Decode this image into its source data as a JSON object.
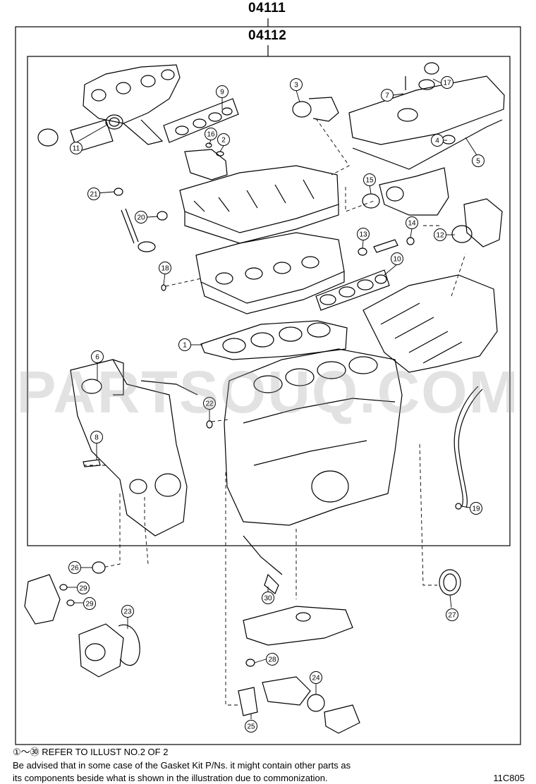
{
  "kits": {
    "outer": "04111",
    "inner": "04112"
  },
  "callouts": [
    {
      "id": "c1",
      "num": "1"
    },
    {
      "id": "c2",
      "num": "2"
    },
    {
      "id": "c3",
      "num": "3"
    },
    {
      "id": "c4",
      "num": "4"
    },
    {
      "id": "c5",
      "num": "5"
    },
    {
      "id": "c6",
      "num": "6"
    },
    {
      "id": "c7",
      "num": "7"
    },
    {
      "id": "c8",
      "num": "8"
    },
    {
      "id": "c9",
      "num": "9"
    },
    {
      "id": "c10",
      "num": "10"
    },
    {
      "id": "c11",
      "num": "11"
    },
    {
      "id": "c12",
      "num": "12"
    },
    {
      "id": "c13",
      "num": "13"
    },
    {
      "id": "c14",
      "num": "14"
    },
    {
      "id": "c15",
      "num": "15"
    },
    {
      "id": "c16",
      "num": "16"
    },
    {
      "id": "c17",
      "num": "17"
    },
    {
      "id": "c18",
      "num": "18"
    },
    {
      "id": "c19",
      "num": "19"
    },
    {
      "id": "c20",
      "num": "20"
    },
    {
      "id": "c21",
      "num": "21"
    },
    {
      "id": "c22",
      "num": "22"
    },
    {
      "id": "c23",
      "num": "23"
    },
    {
      "id": "c24",
      "num": "24"
    },
    {
      "id": "c25",
      "num": "25"
    },
    {
      "id": "c26",
      "num": "26"
    },
    {
      "id": "c27",
      "num": "27"
    },
    {
      "id": "c28",
      "num": "28"
    },
    {
      "id": "c29a",
      "num": "29"
    },
    {
      "id": "c29b",
      "num": "29"
    },
    {
      "id": "c30",
      "num": "30"
    }
  ],
  "notes": {
    "line1": "①～㉚ REFER TO ILLUST NO.2 OF 2",
    "line2": "Be advised that in some case of the Gasket Kit P/Ns.  it might contain other parts as",
    "line3": "its components beside what is shown in the illustration due to commonization."
  },
  "figure_code": "11C805",
  "watermark": "PARTSOUQ.COM"
}
